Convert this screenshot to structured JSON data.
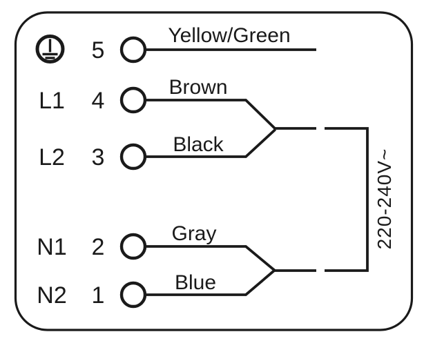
{
  "diagram": {
    "name": "terminal-block-wiring-diagram",
    "voltage_label": "220-240V~",
    "ground_icon": "protective-earth",
    "rows": [
      {
        "terminal": "",
        "pin": "5",
        "wire_color": "Yellow/Green"
      },
      {
        "terminal": "L1",
        "pin": "4",
        "wire_color": "Brown"
      },
      {
        "terminal": "L2",
        "pin": "3",
        "wire_color": "Black"
      },
      {
        "terminal": "N1",
        "pin": "2",
        "wire_color": "Gray"
      },
      {
        "terminal": "N2",
        "pin": "1",
        "wire_color": "Blue"
      }
    ],
    "colors": {
      "line": "#1a1a1a",
      "background": "#ffffff"
    }
  }
}
